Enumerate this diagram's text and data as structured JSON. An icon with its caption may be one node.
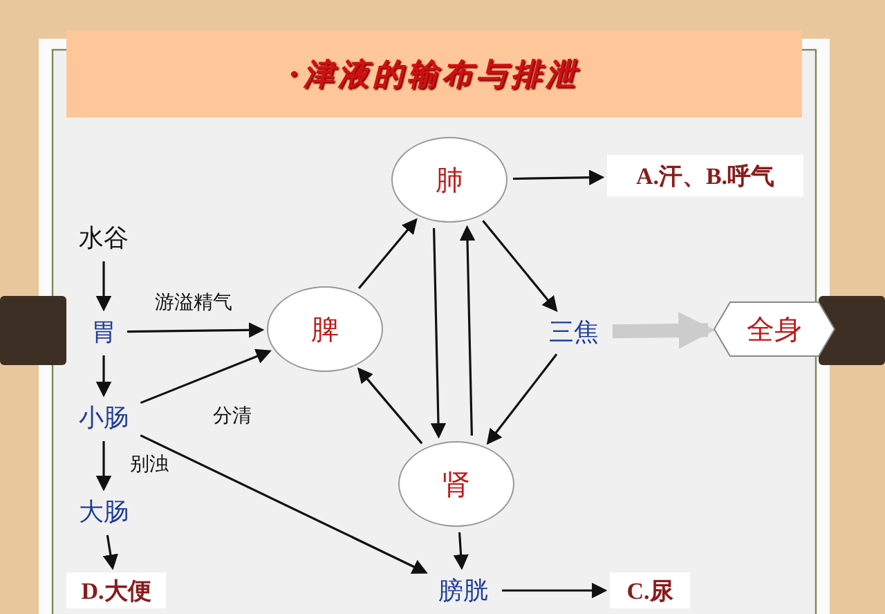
{
  "diagram": {
    "title": "·津液的输布与排泄",
    "nodes": [
      {
        "text": [
          "水谷"
        ]
      },
      {
        "text": [
          "胃"
        ]
      },
      {
        "text": [
          "小肠"
        ]
      },
      {
        "text": [
          "大肠"
        ]
      },
      {
        "text": [
          "D.大便"
        ]
      },
      {
        "text": [
          "脾"
        ]
      },
      {
        "text": [
          "肺"
        ]
      },
      {
        "text": [
          "A.汗、B.呼气"
        ]
      },
      {
        "text": [
          "三焦"
        ]
      },
      {
        "text": [
          "全身"
        ]
      },
      {
        "text": [
          "肾"
        ]
      },
      {
        "text": [
          "膀胱"
        ]
      },
      {
        "text": [
          "C.尿"
        ]
      }
    ],
    "edges": [
      {
        "from": 0,
        "to": 1,
        "arrow": "to"
      },
      {
        "from": 1,
        "to": 2,
        "arrow": "to"
      },
      {
        "from": 2,
        "to": 3,
        "arrow": "to",
        "label": "别浊"
      },
      {
        "from": 3,
        "to": 4,
        "arrow": "to"
      },
      {
        "from": 1,
        "to": 5,
        "arrow": "to",
        "label": "游溢精气"
      },
      {
        "from": 2,
        "to": 5,
        "arrow": "to",
        "label": "分清"
      },
      {
        "from": 2,
        "to": 11,
        "arrow": "to"
      },
      {
        "from": 5,
        "to": 6,
        "arrow": "to"
      },
      {
        "from": 6,
        "to": 7,
        "arrow": "to"
      },
      {
        "from": 6,
        "to": 10,
        "arrow": "to"
      },
      {
        "from": 10,
        "to": 6,
        "arrow": "to"
      },
      {
        "from": 6,
        "to": 8,
        "arrow": "to"
      },
      {
        "from": 8,
        "to": 10,
        "arrow": "to"
      },
      {
        "from": 10,
        "to": 5,
        "arrow": "to"
      },
      {
        "from": 10,
        "to": 11,
        "arrow": "to"
      },
      {
        "from": 11,
        "to": 12,
        "arrow": "to"
      },
      {
        "from": 8,
        "to": 9,
        "arrow": "to",
        "style": "thick",
        "color": "#cccccc"
      }
    ]
  }
}
